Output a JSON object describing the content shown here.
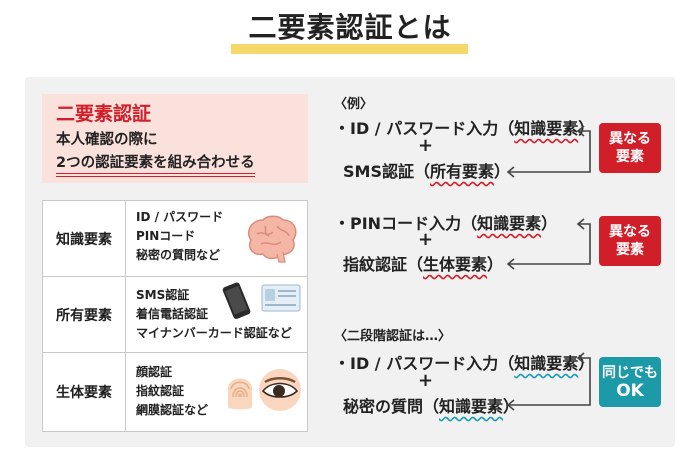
{
  "title": "二要素認証とは",
  "definition": {
    "heading": "二要素認証",
    "line1": "本人確認の際に",
    "line2": "2つの認証要素を組み合わせる"
  },
  "factors": [
    {
      "name": "知識要素",
      "items": [
        "ID / パスワード",
        "PINコード",
        "秘密の質問など"
      ],
      "icon": "brain-icon"
    },
    {
      "name": "所有要素",
      "items": [
        "SMS認証",
        "着信電話認証",
        "マイナンバーカード認証など"
      ],
      "icon": "smartphone-and-card-icon"
    },
    {
      "name": "生体要素",
      "items": [
        "顔認証",
        "指紋認証",
        "網膜認証など"
      ],
      "icon": "fingerprint-and-eye-icon"
    }
  ],
  "examples": [
    {
      "label": "〈例〉",
      "line1": {
        "text": "・ID / パスワード入力（",
        "factor": "知識要素",
        "close": "）"
      },
      "line2": {
        "text": "SMS認証（",
        "factor": "所有要素",
        "close": "）"
      },
      "badge": [
        "異なる",
        "要素"
      ],
      "color": "#d11f2a"
    },
    {
      "label": "",
      "line1": {
        "text": "・PINコード入力（",
        "factor": "知識要素",
        "close": "）"
      },
      "line2": {
        "text": "指紋認証（",
        "factor": "生体要素",
        "close": "）"
      },
      "badge": [
        "異なる",
        "要素"
      ],
      "color": "#d11f2a"
    },
    {
      "label": "〈二段階認証は…〉",
      "line1": {
        "text": "・ID / パスワード入力（",
        "factor": "知識要素",
        "close": "）"
      },
      "line2": {
        "text": "秘密の質問（",
        "factor": "知識要素",
        "close": "）"
      },
      "badge": [
        "同じでも",
        "OK"
      ],
      "color": "#1d9aa8"
    }
  ],
  "plus": "+"
}
